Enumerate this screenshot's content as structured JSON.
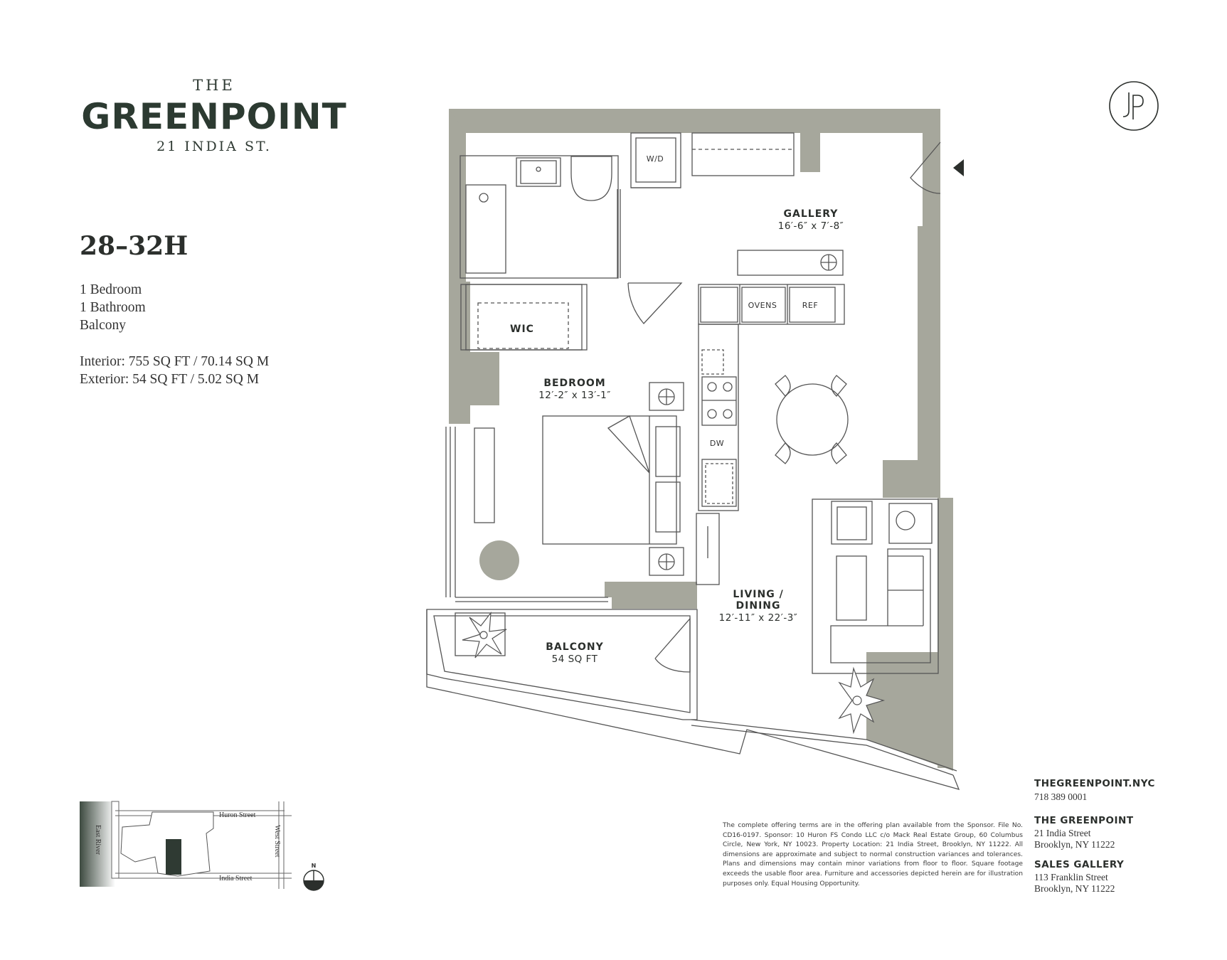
{
  "brand": {
    "the": "THE",
    "name": "GREENPOINT",
    "address": "21 INDIA ST.",
    "logo_icon": "jp-monogram-icon",
    "logo_letters": "JP"
  },
  "unit": {
    "number": "28–32H",
    "specs": [
      "1 Bedroom",
      "1 Bathroom",
      "Balcony"
    ],
    "interior": "Interior: 755 SQ FT / 70.14 SQ M",
    "exterior": "Exterior: 54 SQ FT / 5.02 SQ M"
  },
  "rooms": {
    "gallery": {
      "name": "GALLERY",
      "dims": "16′-6″ x 7′-8″"
    },
    "bedroom": {
      "name": "BEDROOM",
      "dims": "12′-2″ x 13′-1″"
    },
    "living": {
      "name_line1": "LIVING /",
      "name_line2": "DINING",
      "dims": "12′-11″ x 22′-3″"
    },
    "balcony": {
      "name": "BALCONY",
      "dims": "54 SQ FT"
    },
    "wic": {
      "name": "WIC"
    }
  },
  "fixtures": {
    "washer_dryer": "W/D",
    "ovens": "OVENS",
    "fridge": "REF",
    "dishwasher": "DW"
  },
  "key_map": {
    "river": "East River",
    "street_top": "Huron Street",
    "street_bottom": "India Street",
    "street_right": "West Street",
    "north": "N"
  },
  "contact": {
    "website": "THEGREENPOINT.NYC",
    "phone": "718 389 0001",
    "building_heading": "THE GREENPOINT",
    "building_line1": "21 India Street",
    "building_line2": "Brooklyn, NY 11222",
    "sales_heading": "SALES GALLERY",
    "sales_line1": "113 Franklin Street",
    "sales_line2": "Brooklyn, NY 11222"
  },
  "disclaimer": "The complete offering terms are in the offering plan available from the Sponsor. File No. CD16-0197. Sponsor: 10 Huron FS Condo LLC c/o Mack Real Estate Group, 60 Columbus Circle, New York, NY 10023. Property Location: 21 India Street, Brooklyn, NY 11222. All dimensions are approximate and subject to normal construction variances and tolerances. Plans and dimensions may contain minor variations from floor to floor. Square footage exceeds the usable floor area. Furniture and accessories depicted herein are for illustration purposes only. Equal Housing Opportunity.",
  "colors": {
    "wall": "#a6a79c",
    "text": "#2b2f2c",
    "brand": "#2c3a31",
    "map_water": "#3d4a40",
    "highlight": "#2f3a33"
  }
}
